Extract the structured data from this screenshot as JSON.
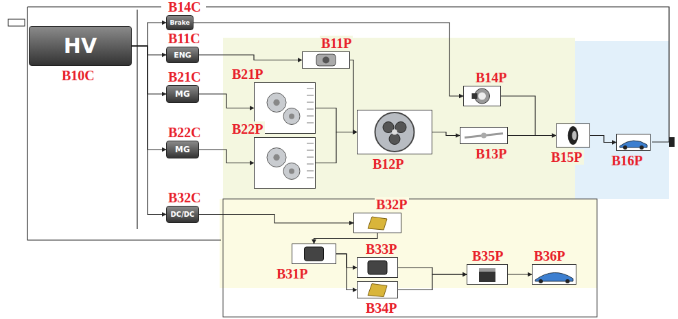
{
  "diagram": {
    "nodes": [
      {
        "text": [
          "HV",
          "B10C"
        ]
      },
      {
        "text": [
          "Brake",
          "B14C"
        ]
      },
      {
        "text": [
          "ENG",
          "B11C"
        ]
      },
      {
        "text": [
          "MG",
          "B21C"
        ]
      },
      {
        "text": [
          "MG",
          "B22C"
        ]
      },
      {
        "text": [
          "DC/DC",
          "B32C"
        ]
      },
      {
        "text": [
          "B11P"
        ]
      },
      {
        "text": [
          "B21P"
        ]
      },
      {
        "text": [
          "B22P"
        ]
      },
      {
        "text": [
          "B12P"
        ]
      },
      {
        "text": [
          "B14P"
        ]
      },
      {
        "text": [
          "B13P"
        ]
      },
      {
        "text": [
          "B15P"
        ]
      },
      {
        "text": [
          "B16P"
        ]
      },
      {
        "text": [
          "B32P"
        ]
      },
      {
        "text": [
          "B31P"
        ]
      },
      {
        "text": [
          "B33P"
        ]
      },
      {
        "text": [
          "B34P"
        ]
      },
      {
        "text": [
          "B35P"
        ]
      },
      {
        "text": [
          "B36P"
        ]
      }
    ],
    "edges": [
      {
        "from": 0,
        "to": 1,
        "arrow": "to"
      },
      {
        "from": 0,
        "to": 2,
        "arrow": "to"
      },
      {
        "from": 0,
        "to": 3,
        "arrow": "to"
      },
      {
        "from": 0,
        "to": 4,
        "arrow": "to"
      },
      {
        "from": 0,
        "to": 5,
        "arrow": "to"
      },
      {
        "from": 2,
        "to": 6,
        "arrow": "to"
      },
      {
        "from": 3,
        "to": 7,
        "arrow": "to"
      },
      {
        "from": 4,
        "to": 8,
        "arrow": "to"
      },
      {
        "from": 6,
        "to": 9,
        "arrow": "to"
      },
      {
        "from": 7,
        "to": 9,
        "arrow": "to"
      },
      {
        "from": 8,
        "to": 9,
        "arrow": "to"
      },
      {
        "from": 9,
        "to": 11,
        "arrow": "to"
      },
      {
        "from": 1,
        "to": 10,
        "arrow": "to"
      },
      {
        "from": 10,
        "to": 12,
        "arrow": "to"
      },
      {
        "from": 11,
        "to": 12,
        "arrow": "to"
      },
      {
        "from": 12,
        "to": 13,
        "arrow": "to"
      },
      {
        "from": 5,
        "to": 14,
        "arrow": "to"
      },
      {
        "from": 14,
        "to": 15,
        "arrow": "to"
      },
      {
        "from": 15,
        "to": 16,
        "arrow": "to"
      },
      {
        "from": 15,
        "to": 17,
        "arrow": "to"
      },
      {
        "from": 16,
        "to": 18,
        "arrow": "to"
      },
      {
        "from": 17,
        "to": 18,
        "arrow": "to"
      },
      {
        "from": 18,
        "to": 19,
        "arrow": "to"
      }
    ]
  }
}
